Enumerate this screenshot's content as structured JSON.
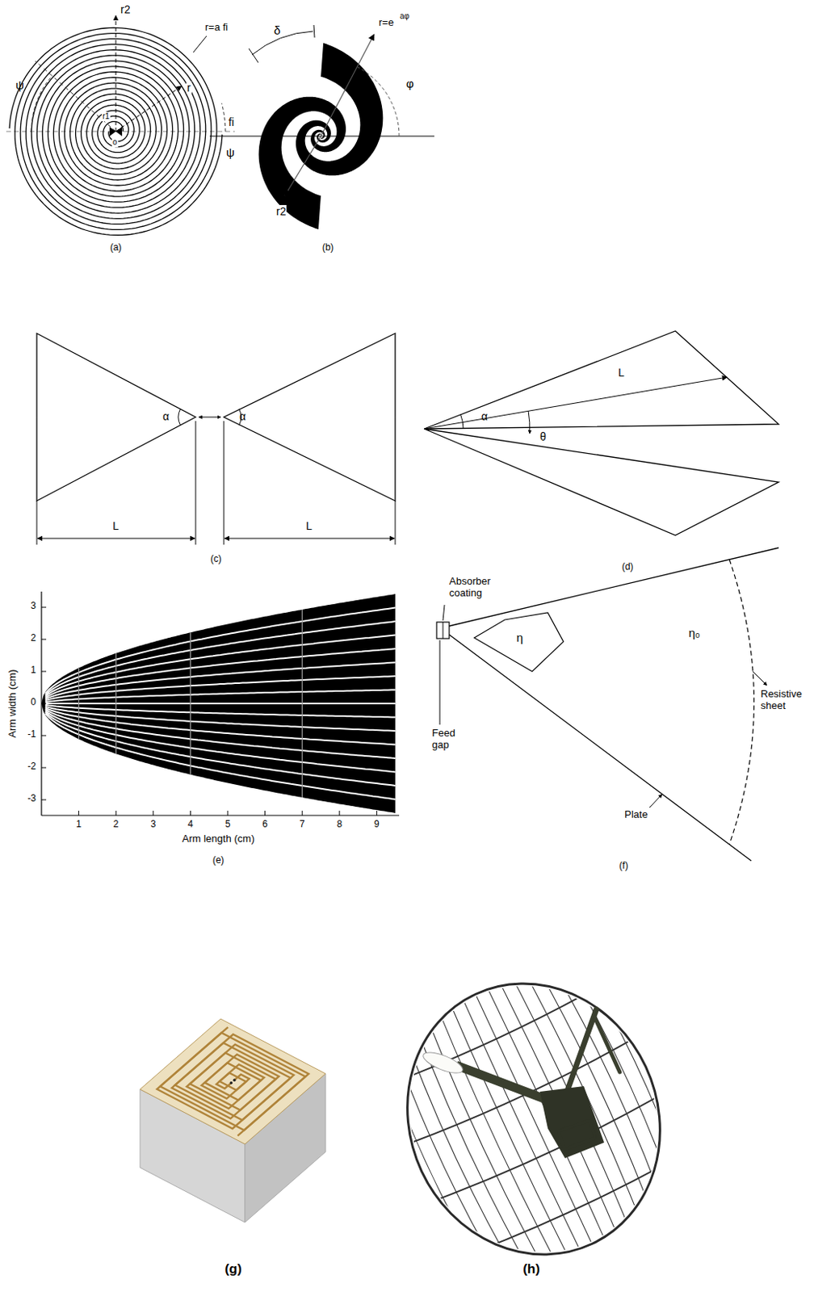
{
  "diagram": {
    "labels": [
      "r2",
      "r=a fi",
      "ψ",
      "r",
      "fi",
      "r1",
      "o",
      "(a)",
      "δ",
      "r=e",
      "aφ",
      "φ",
      "ψ",
      "r2",
      "(b)",
      "α",
      "α",
      "L",
      "L",
      "(c)",
      "α",
      "θ",
      "L",
      "(d)",
      "3",
      "2",
      "1",
      "0",
      "-1",
      "-2",
      "-3",
      "1",
      "2",
      "3",
      "4",
      "5",
      "6",
      "7",
      "8",
      "9",
      "Arm width (cm)",
      "Arm length (cm)",
      "(e)",
      "Absorber coating",
      "Feed gap",
      "η",
      "η₀",
      "Resistive sheet",
      "Plate",
      "(f)",
      "(g)",
      "(h)"
    ]
  }
}
